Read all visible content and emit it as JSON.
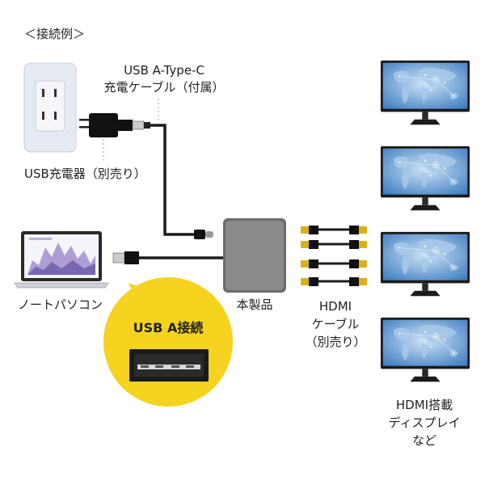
{
  "heading": "＜接続例＞",
  "outlet": {
    "icon": "wall-outlet-icon"
  },
  "charger": {
    "label": "USB充電器（別売り）",
    "icon": "usb-charger-icon"
  },
  "cable_c": {
    "label_line1": "USB A-Type-C",
    "label_line2": "充電ケーブル（付属）"
  },
  "laptop": {
    "label": "ノートパソコン",
    "icon": "laptop-icon"
  },
  "usb_a_callout": {
    "label": "USB A接続",
    "icon": "usb-a-port-icon",
    "color": "#f5d31e"
  },
  "hub": {
    "label": "本製品",
    "color": "#7a7a7a"
  },
  "hdmi_cable": {
    "label_line1": "HDMI",
    "label_line2": "ケーブル",
    "label_line3": "（別売り）",
    "connector_color": "#d9b21a"
  },
  "displays": {
    "count": 4,
    "label_line1": "HDMI搭載",
    "label_line2": "ディスプレイ",
    "label_line3": "など",
    "icon": "monitor-icon"
  }
}
